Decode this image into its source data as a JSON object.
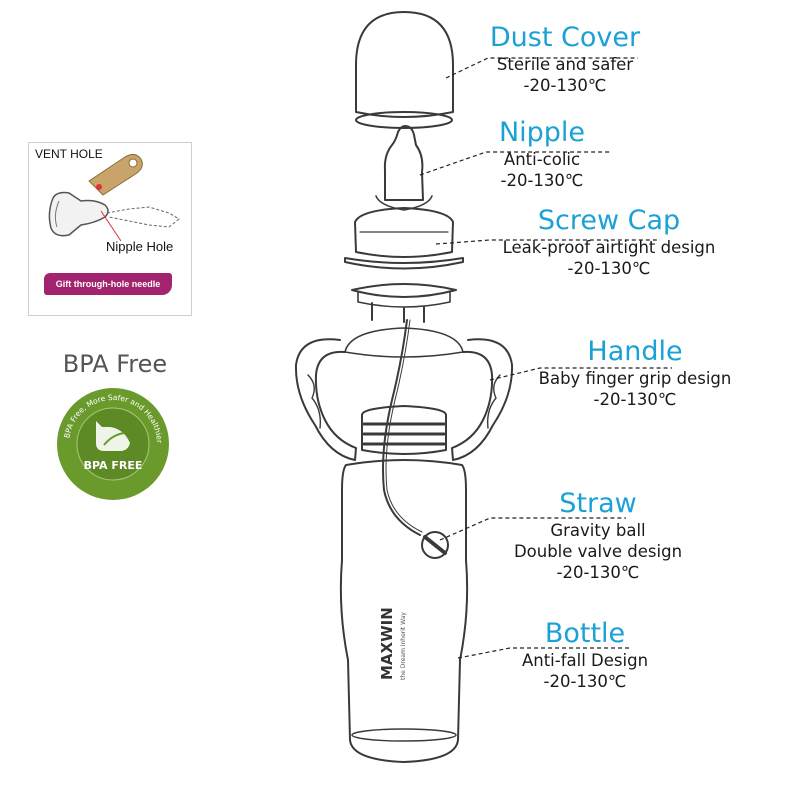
{
  "parts": {
    "dust_cover": {
      "title": "Dust Cover",
      "lines": [
        "Sterile and safer",
        "-20-130℃"
      ]
    },
    "nipple": {
      "title": "Nipple",
      "lines": [
        "Anti-colic",
        "-20-130℃"
      ]
    },
    "screw_cap": {
      "title": "Screw Cap",
      "lines": [
        "Leak-proof airtight design",
        "-20-130℃"
      ]
    },
    "handle": {
      "title": "Handle",
      "lines": [
        "Baby finger grip design",
        "-20-130℃"
      ]
    },
    "straw": {
      "title": "Straw",
      "lines": [
        "Gravity ball",
        "Double valve design",
        "-20-130℃"
      ]
    },
    "bottle": {
      "title": "Bottle",
      "lines": [
        "Anti-fall Design",
        "-20-130℃"
      ]
    }
  },
  "vent_inset": {
    "vent_hole": "VENT HOLE",
    "nipple_hole": "Nipple Hole",
    "needle_banner": "Gift through-hole needle"
  },
  "bpa": {
    "title": "BPA Free",
    "badge_ring_text": "BPA Free, More Safer and Healthier",
    "badge_text": "BPA FREE"
  },
  "bottle_print": {
    "brand": "MAXWIN",
    "tagline": "the Dream inherit Way"
  },
  "colors": {
    "accent_title": "#1ba1d6",
    "outline": "#3a3a3a",
    "badge_green": "#6b9a2c",
    "banner_magenta": "#a3246e",
    "key_tan": "#c9a46a"
  }
}
